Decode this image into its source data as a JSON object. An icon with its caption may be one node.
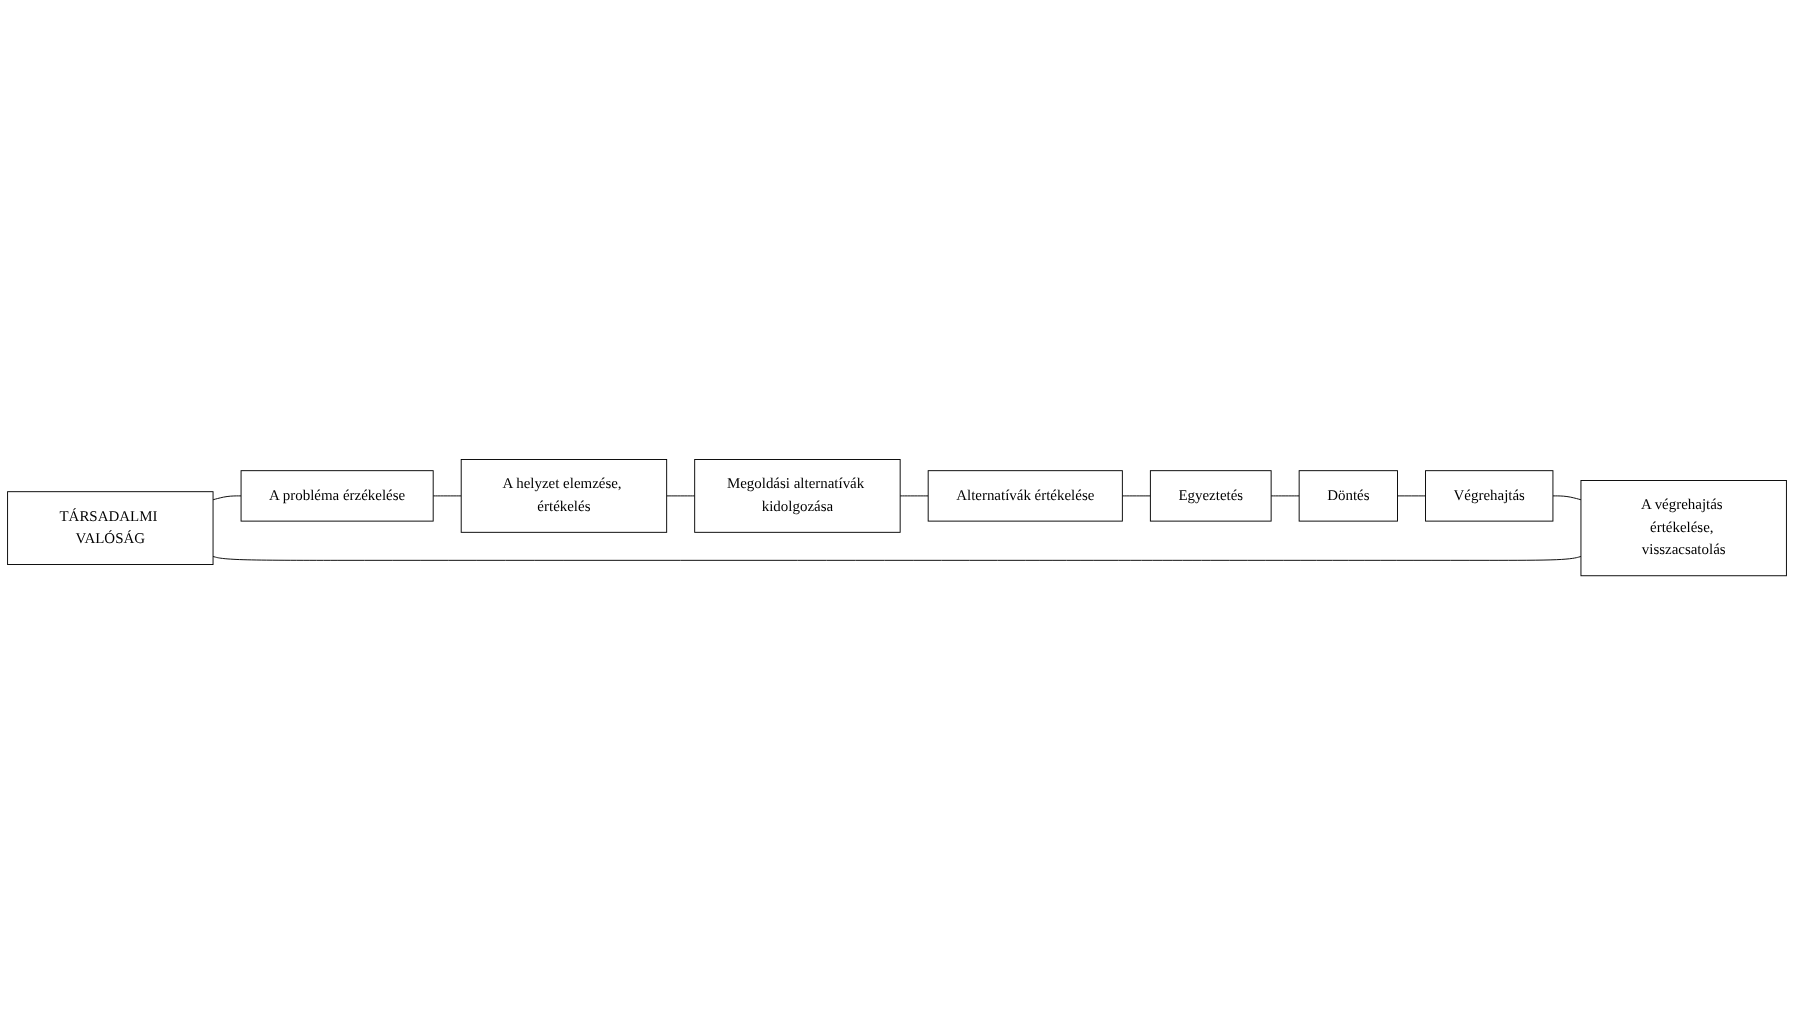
{
  "diagram": {
    "nodes": [
      {
        "text": [
          "TÁRSADALMI VALÓSÁG"
        ]
      },
      {
        "text": [
          "A probléma érzékelése"
        ]
      },
      {
        "text": [
          "A helyzet elemzése, értékelés"
        ]
      },
      {
        "text": [
          "Megoldási alternatívák kidolgozása"
        ]
      },
      {
        "text": [
          "Alternatívák értékelése"
        ]
      },
      {
        "text": [
          "Egyeztetés"
        ]
      },
      {
        "text": [
          "Döntés"
        ]
      },
      {
        "text": [
          "Végrehajtás"
        ]
      },
      {
        "text": [
          "A végrehajtás értékelése, visszacsatolás"
        ]
      }
    ],
    "edges": [
      {
        "from": 0,
        "to": 1,
        "arrow": "none"
      },
      {
        "from": 1,
        "to": 2,
        "arrow": "none"
      },
      {
        "from": 2,
        "to": 3,
        "arrow": "none"
      },
      {
        "from": 3,
        "to": 4,
        "arrow": "none"
      },
      {
        "from": 4,
        "to": 5,
        "arrow": "none"
      },
      {
        "from": 5,
        "to": 6,
        "arrow": "none"
      },
      {
        "from": 6,
        "to": 7,
        "arrow": "none"
      },
      {
        "from": 7,
        "to": 8,
        "arrow": "none"
      },
      {
        "from": 8,
        "to": 0,
        "arrow": "none"
      }
    ]
  }
}
